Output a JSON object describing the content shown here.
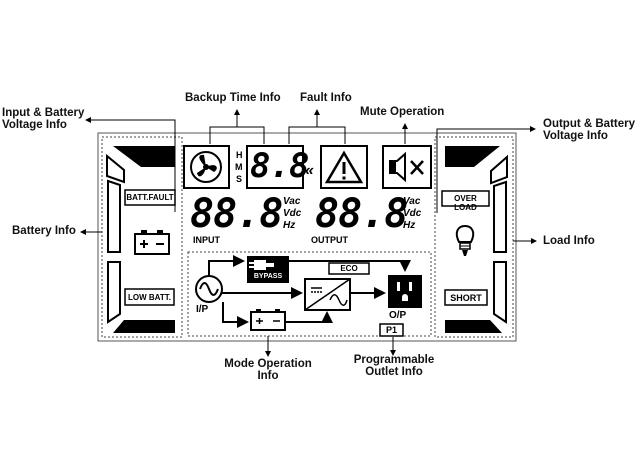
{
  "callouts": {
    "input_battery": "Input & Battery\nVoltage Info",
    "backup_time": "Backup Time Info",
    "fault": "Fault Info",
    "mute": "Mute Operation",
    "output_battery": "Output & Battery\nVoltage Info",
    "battery": "Battery Info",
    "load": "Load Info",
    "mode": "Mode Operation\nInfo",
    "outlet": "Programmable\nOutlet Info"
  },
  "lcd": {
    "time_digits": "8.8",
    "time_units": [
      "H",
      "M",
      "S"
    ],
    "input_digits": "88.8",
    "output_digits": "88.8",
    "input_units": [
      "Vac",
      "Vdc",
      "Hz"
    ],
    "output_units": [
      "Vac",
      "Vdc",
      "Hz"
    ],
    "input_label": "INPUT",
    "output_label": "OUTPUT",
    "batt_fault": "BATT.FAULT",
    "low_batt": "LOW BATT.",
    "over_load": "OVER LOAD",
    "short": "SHORT",
    "bypass": "BYPASS",
    "eco": "ECO",
    "ip": "I/P",
    "op": "O/P",
    "p1": "P1"
  },
  "icons": [
    "fan-icon",
    "fault-warning-icon",
    "mute-speaker-icon",
    "battery-icon",
    "bulb-icon",
    "ac-source-icon",
    "plug-icon",
    "inverter-icon",
    "outlet-icon"
  ]
}
